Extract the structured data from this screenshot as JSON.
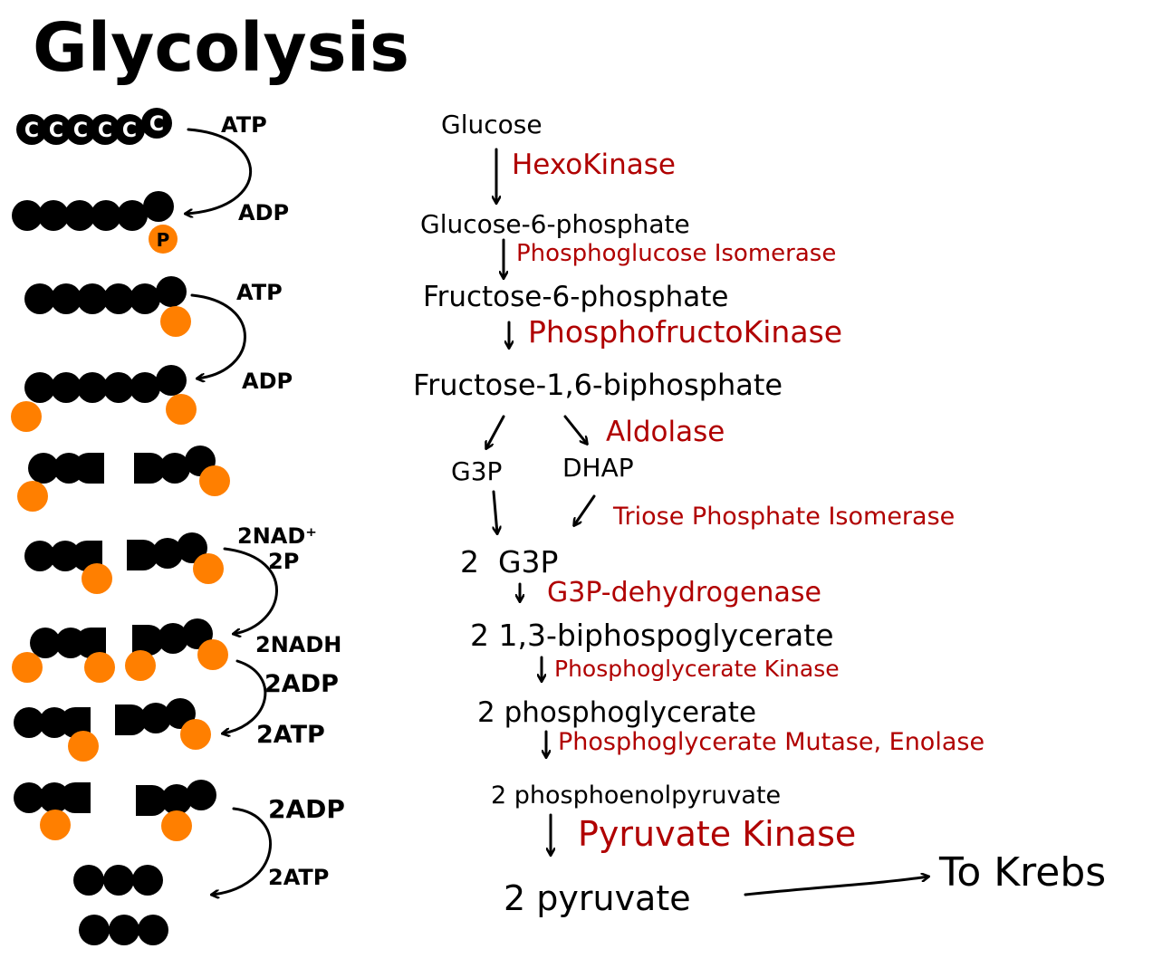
{
  "title": "Glycolysis",
  "colors": {
    "carbon": "#000000",
    "phosphate": "#ff7f00",
    "enzyme": "#b00000",
    "text": "#000000"
  },
  "carbon_label": "C",
  "phosphate_label": "P",
  "cofactors": {
    "atp1": "ATP",
    "adp1": "ADP",
    "atp2": "ATP",
    "adp2": "ADP",
    "nad": "2NAD⁺",
    "p2": "2P",
    "nadh": "2NADH",
    "adp3": "2ADP",
    "atp3": "2ATP",
    "adp4": "2ADP",
    "atp4": "2ATP"
  },
  "pathway": {
    "glucose": "Glucose",
    "hexokinase": "HexoKinase",
    "g6p": "Glucose-6-phosphate",
    "pgi": "Phosphoglucose Isomerase",
    "f6p": "Fructose-6-phosphate",
    "pfk": "PhosphofructoKinase",
    "f16bp": "Fructose-1,6-biphosphate",
    "aldolase": "Aldolase",
    "g3p": "G3P",
    "dhap": "DHAP",
    "tpi": "Triose Phosphate Isomerase",
    "g3p2": "2  G3P",
    "g3pdh": "G3P-dehydrogenase",
    "bpg": "2 1,3-biphospoglycerate",
    "pgk": "Phosphoglycerate Kinase",
    "pg": "2 phosphoglycerate",
    "pgm": "Phosphoglycerate Mutase, Enolase",
    "pep": "2 phosphoenolpyruvate",
    "pk": "Pyruvate Kinase",
    "pyruvate": "2 pyruvate",
    "krebs": "To Krebs"
  }
}
